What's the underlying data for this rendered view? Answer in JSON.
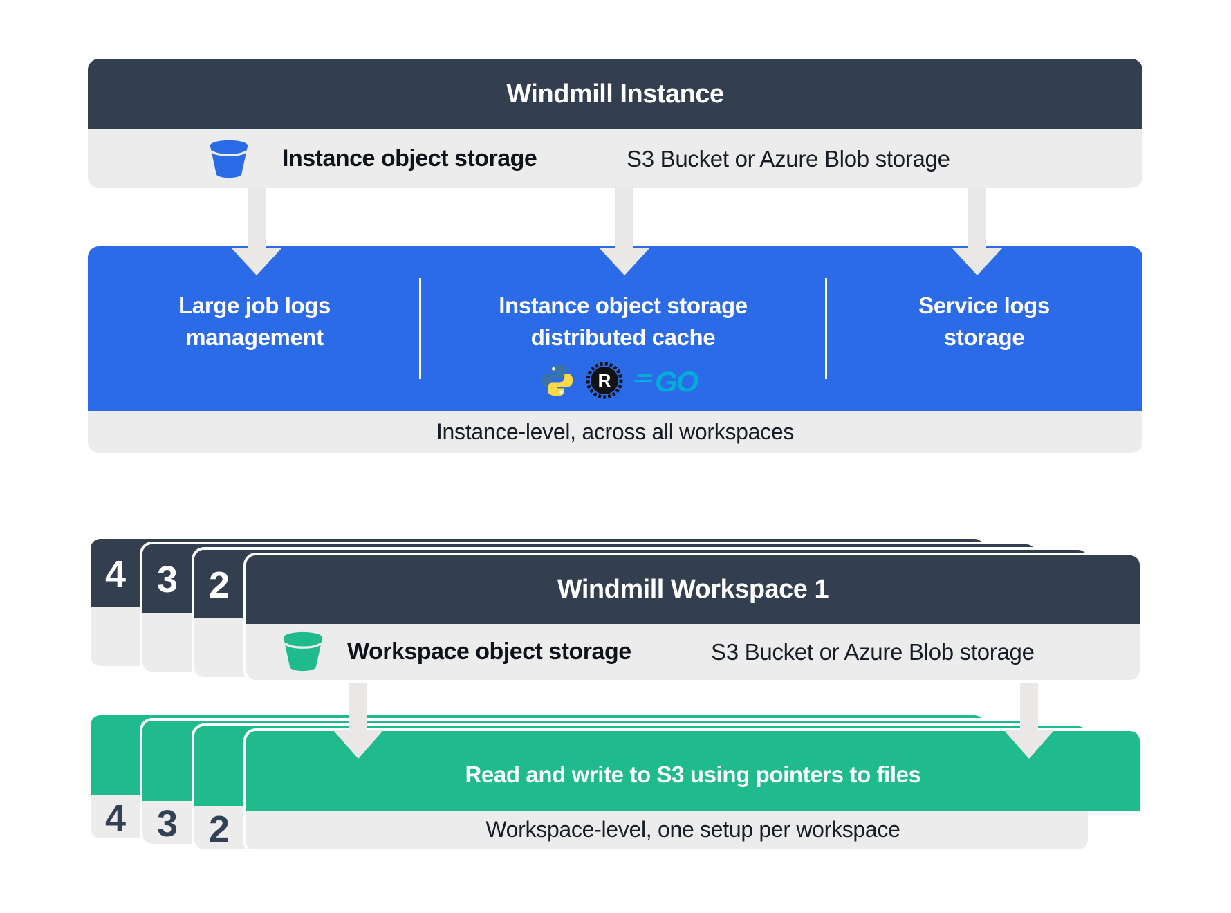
{
  "colors": {
    "navy": "#333e4f",
    "blue": "#2b6be8",
    "green": "#1fbb8d",
    "panel_gray": "#ececec",
    "arrow_gray": "#eae8e6",
    "number_navy": "#334155",
    "python_blue": "#3b73a6",
    "python_yellow": "#ffd845",
    "rust_black": "#121212",
    "go_cyan": "#00acd8"
  },
  "instance": {
    "title": "Windmill Instance",
    "storage_row": {
      "icon": "bucket-icon",
      "label": "Instance object storage",
      "sublabel": "S3 Bucket or Azure Blob storage"
    },
    "features": [
      {
        "lines": [
          "Large job logs",
          "management"
        ]
      },
      {
        "lines": [
          "Instance object storage",
          "distributed cache"
        ],
        "logos": [
          "python-logo",
          "rust-logo",
          "go-logo"
        ]
      },
      {
        "lines": [
          "Service logs",
          "storage"
        ]
      }
    ],
    "caption": "Instance-level, across all workspaces"
  },
  "workspace": {
    "title": "Windmill Workspace 1",
    "stack_numbers": [
      "4",
      "3",
      "2"
    ],
    "storage_row": {
      "icon": "bucket-icon",
      "label": "Workspace object storage",
      "sublabel": "S3 Bucket or Azure Blob storage"
    },
    "action": {
      "title": "Read and write to S3 using pointers to files",
      "stack_numbers": [
        "4",
        "3",
        "2"
      ],
      "caption": "Workspace-level, one setup per workspace"
    }
  }
}
